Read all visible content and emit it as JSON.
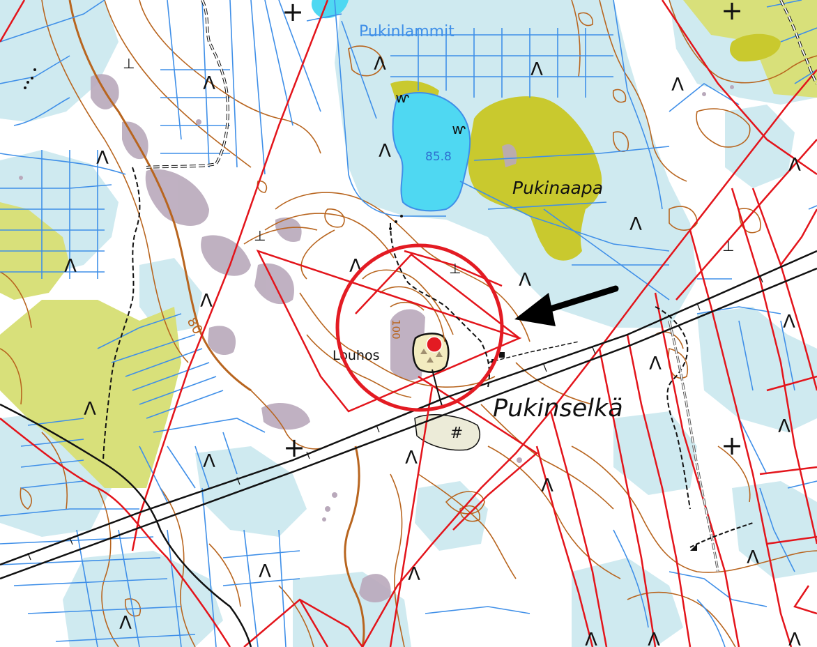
{
  "map": {
    "labels": {
      "lake_group": "Pukinlammit",
      "lake_elevation": "85.8",
      "bog": "Pukinaapa",
      "quarry": "Louhos",
      "ridge": "Pukinselkä",
      "contour_80": "80",
      "contour_100": "100"
    },
    "colors": {
      "background": "#ffffff",
      "wetland_tint": "#cfeaf0",
      "open_bog": "#c9c92e",
      "water": "#4fd8f2",
      "stream": "#3f8fe8",
      "contour": "#b8651f",
      "boundary": "#e3141b",
      "road": "#111111",
      "rock": "#b9a9bb",
      "marker": "#e31b23",
      "arrow": "#000000"
    },
    "symbols": {
      "forest": "Λ",
      "spruce_cross": "+",
      "reeds": "ⱳ",
      "survey_mark": "⊥",
      "building": "#"
    }
  }
}
